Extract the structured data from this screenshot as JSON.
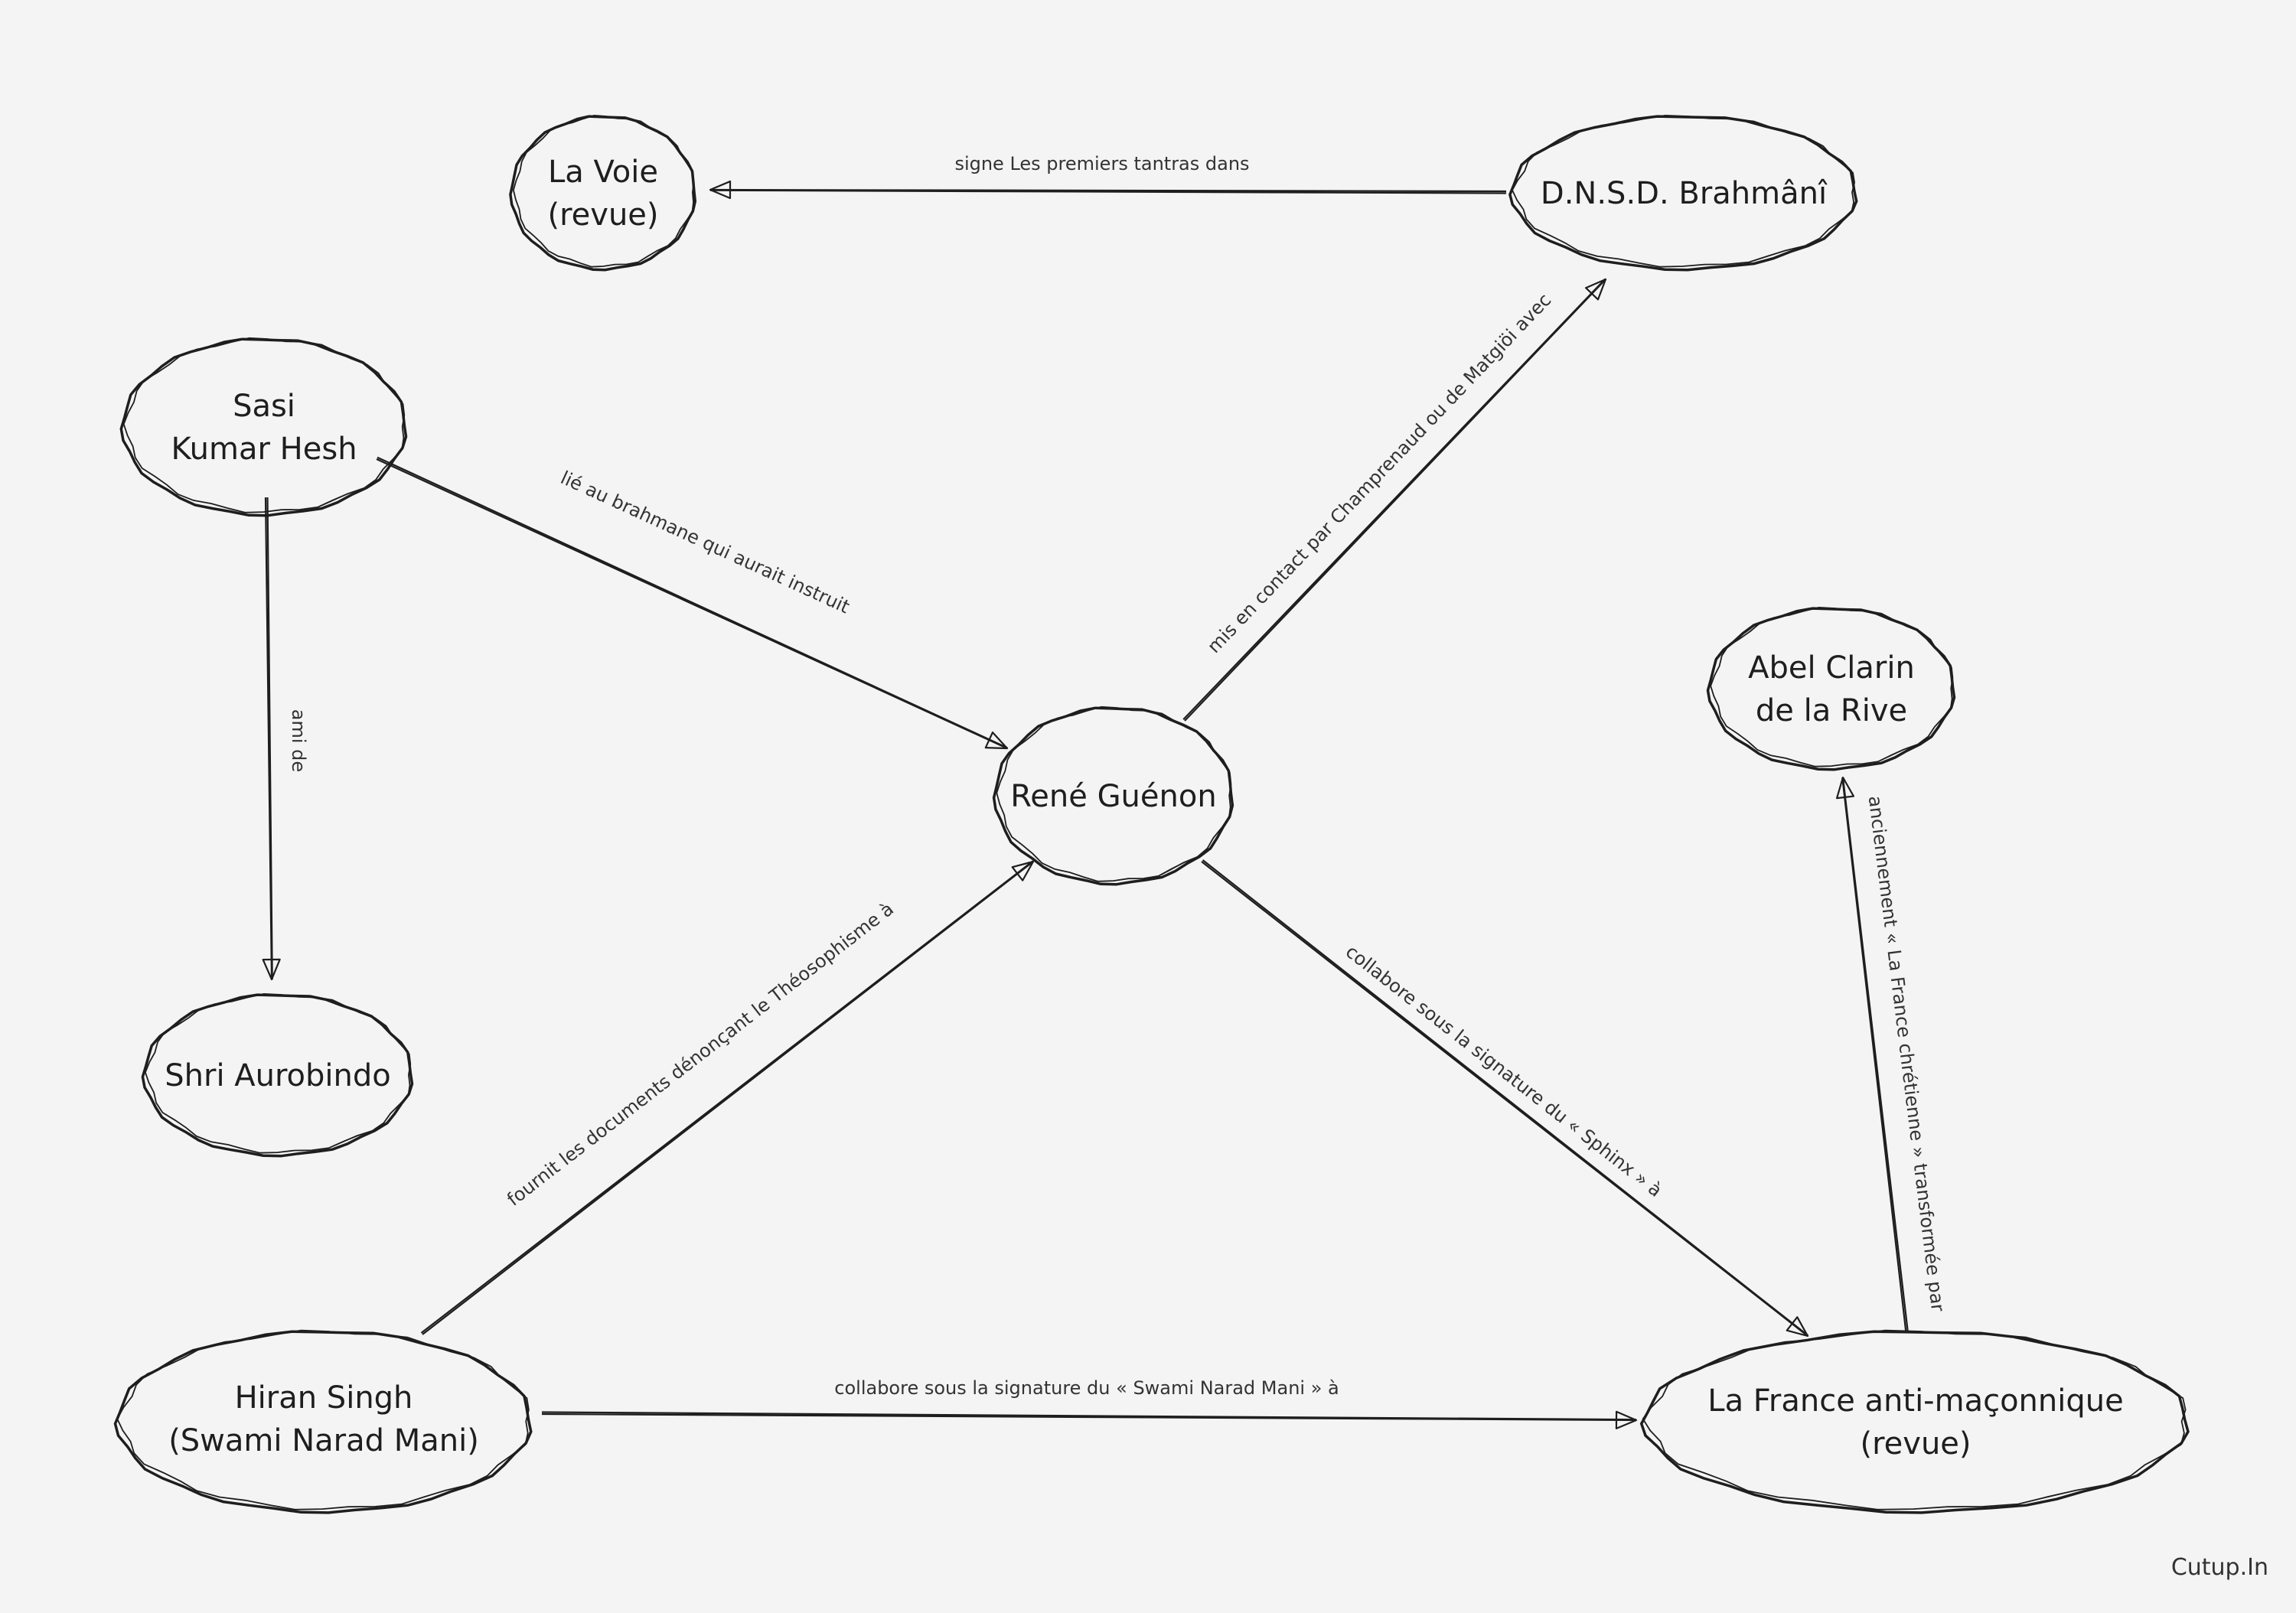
{
  "nodes": {
    "la_voie": [
      "La Voie",
      "(revue)"
    ],
    "brahmani": [
      "D.N.S.D. Brahmânî"
    ],
    "sasi": [
      "Sasi",
      "Kumar Hesh"
    ],
    "guenon": [
      "René Guénon"
    ],
    "abel": [
      "Abel Clarin",
      "de la Rive"
    ],
    "aurobindo": [
      "Shri Aurobindo"
    ],
    "hiran": [
      "Hiran Singh",
      "(Swami Narad Mani)"
    ],
    "france": [
      "La France anti-maçonnique",
      "(revue)"
    ]
  },
  "edges": {
    "brahmani_voie": "signe Les premiers tantras dans",
    "sasi_guenon": "lié au brahmane qui aurait instruit",
    "sasi_aurobindo": "ami de",
    "guenon_brahmani": "mis en contact par Champrenaud ou de Matgiöi avec",
    "hiran_guenon": "fournit les documents dénonçant le Théosophisme à",
    "guenon_france": "collabore sous la signature du « Sphinx » à",
    "hiran_france": "collabore sous la signature du « Swami Narad Mani » à",
    "france_abel": "anciennement « La France chrétienne » transformée par"
  },
  "watermark": "Cutup.In"
}
